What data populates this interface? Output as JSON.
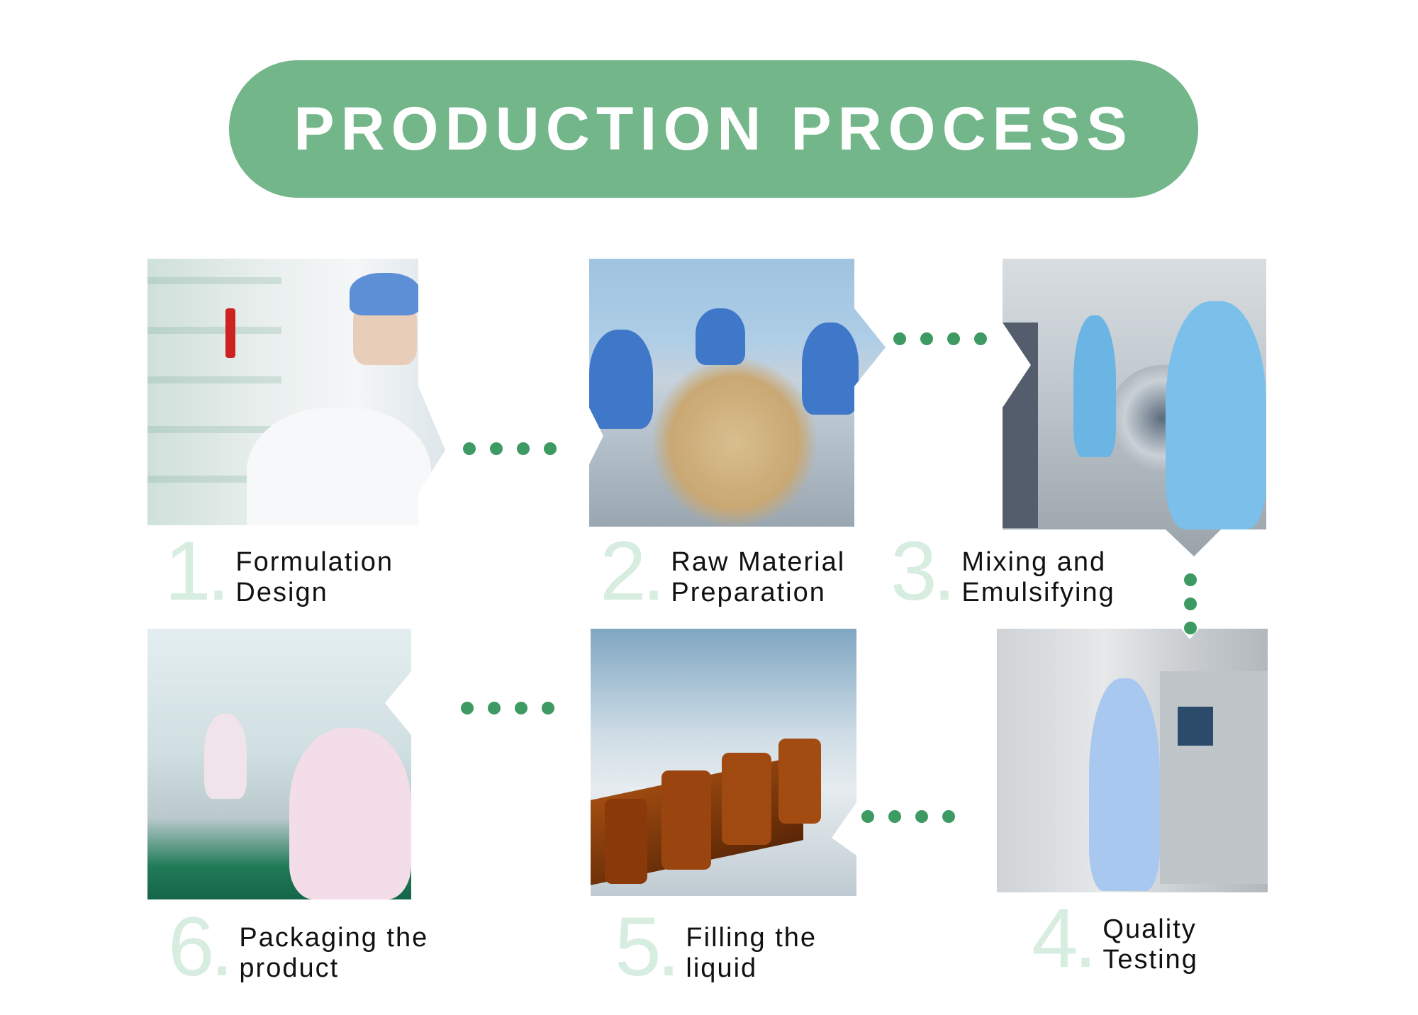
{
  "title": "PRODUCTION PROCESS",
  "colors": {
    "pill": "#72b68a",
    "dots": "#3d9a62",
    "number": "#d6ede0"
  },
  "steps": [
    {
      "number": "1.",
      "line1": "Formulation",
      "line2": "Design"
    },
    {
      "number": "2.",
      "line1": "Raw Material",
      "line2": "Preparation"
    },
    {
      "number": "3.",
      "line1": "Mixing and",
      "line2": "Emulsifying"
    },
    {
      "number": "4.",
      "line1": "Quality",
      "line2": "Testing"
    },
    {
      "number": "5.",
      "line1": "Filling the",
      "line2": "liquid"
    },
    {
      "number": "6.",
      "line1": "Packaging the",
      "line2": "product"
    }
  ]
}
